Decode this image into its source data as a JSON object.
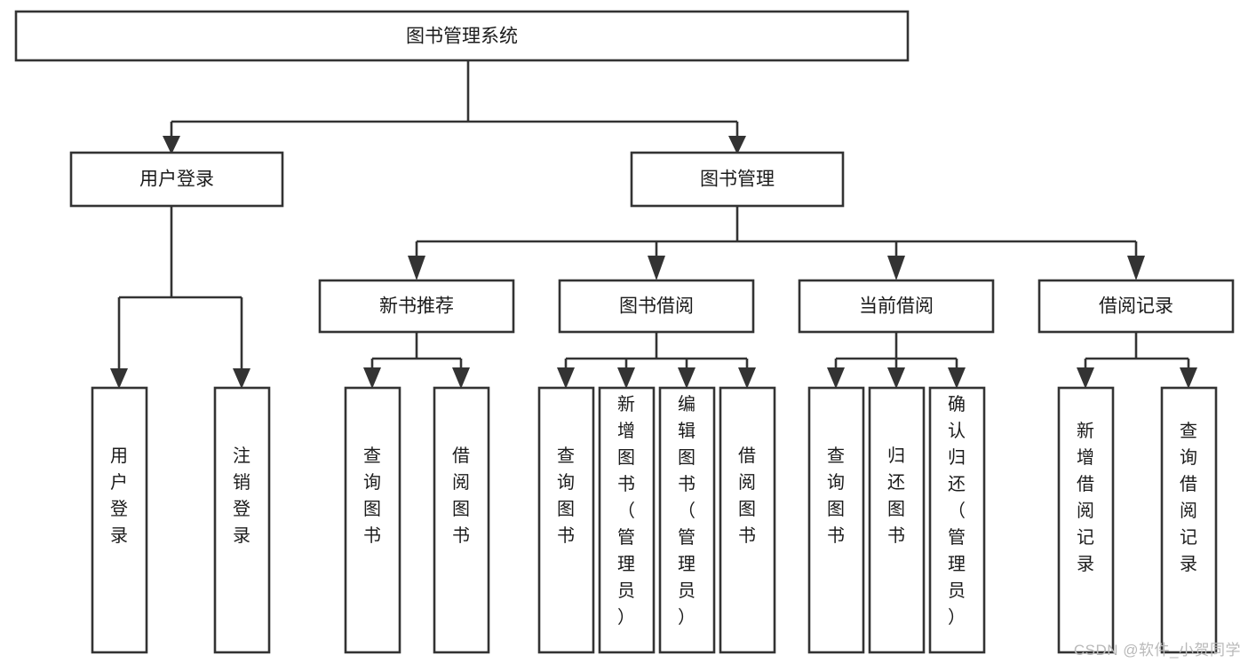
{
  "diagram": {
    "type": "tree",
    "title": "图书管理系统",
    "orientation": "top-down",
    "root": {
      "label": "图书管理系统",
      "text_direction": "horizontal"
    },
    "level2": [
      {
        "label": "用户登录",
        "text_direction": "horizontal"
      },
      {
        "label": "图书管理",
        "text_direction": "horizontal"
      }
    ],
    "level3": [
      {
        "label": "新书推荐",
        "text_direction": "horizontal"
      },
      {
        "label": "图书借阅",
        "text_direction": "horizontal"
      },
      {
        "label": "当前借阅",
        "text_direction": "horizontal"
      },
      {
        "label": "借阅记录",
        "text_direction": "horizontal"
      }
    ],
    "leaves": {
      "user_login": [
        {
          "label": "用户登录",
          "chars": [
            "用",
            "户",
            "登",
            "录"
          ]
        },
        {
          "label": "注销登录",
          "chars": [
            "注",
            "销",
            "登",
            "录"
          ]
        }
      ],
      "new_book_recommend": [
        {
          "label": "查询图书",
          "chars": [
            "查",
            "询",
            "图",
            "书"
          ]
        },
        {
          "label": "借阅图书",
          "chars": [
            "借",
            "阅",
            "图",
            "书"
          ]
        }
      ],
      "book_borrow": [
        {
          "label": "查询图书",
          "chars": [
            "查",
            "询",
            "图",
            "书"
          ]
        },
        {
          "label": "新增图书（管理员）",
          "chars": [
            "新",
            "增",
            "图",
            "书",
            "（",
            "管",
            "理",
            "员",
            "）"
          ]
        },
        {
          "label": "编辑图书（管理员）",
          "chars": [
            "编",
            "辑",
            "图",
            "书",
            "（",
            "管",
            "理",
            "员",
            "）"
          ]
        },
        {
          "label": "借阅图书",
          "chars": [
            "借",
            "阅",
            "图",
            "书"
          ]
        }
      ],
      "current_borrow": [
        {
          "label": "查询图书",
          "chars": [
            "查",
            "询",
            "图",
            "书"
          ]
        },
        {
          "label": "归还图书",
          "chars": [
            "归",
            "还",
            "图",
            "书"
          ]
        },
        {
          "label": "确认归还（管理员）",
          "chars": [
            "确",
            "认",
            "归",
            "还",
            "（",
            "管",
            "理",
            "员",
            "）"
          ]
        }
      ],
      "borrow_record": [
        {
          "label": "新增借阅记录",
          "chars": [
            "新",
            "增",
            "借",
            "阅",
            "记",
            "录"
          ]
        },
        {
          "label": "查询借阅记录",
          "chars": [
            "查",
            "询",
            "借",
            "阅",
            "记",
            "录"
          ]
        }
      ]
    },
    "colors": {
      "box_stroke": "#333333",
      "box_fill": "#ffffff",
      "text": "#1b1b1b",
      "background": "#ffffff",
      "watermark": "#b9b9b9"
    }
  },
  "watermark": {
    "text": "CSDN @软件_小贺同学"
  }
}
